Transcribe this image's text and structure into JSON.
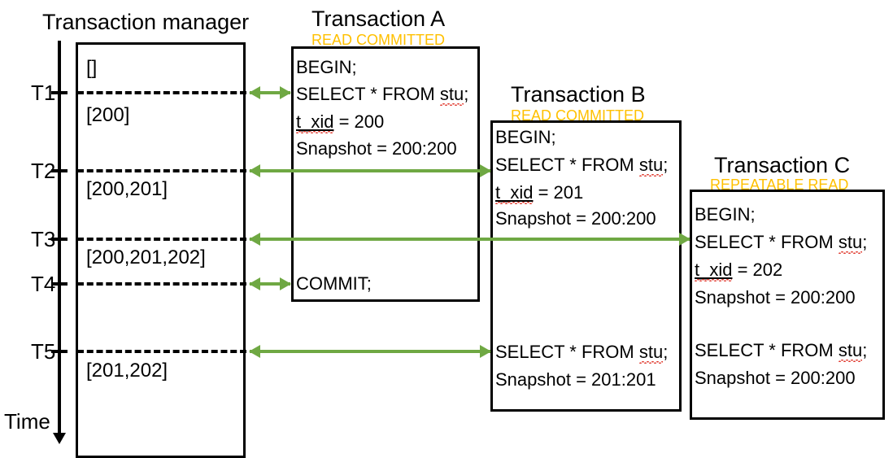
{
  "theme": {
    "arrow_color": "#6fa843",
    "isolation_color": "#ffc000",
    "line_color": "#000000",
    "background": "#ffffff"
  },
  "transaction_manager": {
    "title": "Transaction manager",
    "time_axis_label": "Time",
    "timepoints": [
      "T1",
      "T2",
      "T3",
      "T4",
      "T5"
    ],
    "xid_lists": [
      "[]",
      "[200]",
      "[200,201]",
      "[200,201,202]",
      "[201,202]"
    ]
  },
  "transactions": [
    {
      "title": "Transaction A",
      "isolation": "READ COMMITTED",
      "lines_top": [
        "BEGIN;",
        "SELECT * FROM stu;",
        "t_xid = 200",
        "Snapshot = 200:200"
      ],
      "lines_bottom": [
        "COMMIT;"
      ]
    },
    {
      "title": "Transaction B",
      "isolation": "READ COMMITTED",
      "lines_top": [
        "BEGIN;",
        "SELECT * FROM stu;",
        "t_xid = 201",
        "Snapshot = 200:200"
      ],
      "lines_bottom": [
        "SELECT * FROM stu;",
        "Snapshot = 201:201"
      ]
    },
    {
      "title": "Transaction C",
      "isolation": "REPEATABLE READ",
      "lines_top": [
        "BEGIN;",
        "SELECT * FROM stu;",
        "t_xid = 202",
        "Snapshot = 200:200"
      ],
      "lines_bottom": [
        "SELECT * FROM stu;",
        "Snapshot = 200:200"
      ]
    }
  ],
  "arrows": [
    {
      "at": "T1",
      "from": "transaction-manager",
      "to": "transaction-a",
      "style": "double"
    },
    {
      "at": "T2",
      "from": "transaction-manager",
      "to": "transaction-b",
      "style": "double"
    },
    {
      "at": "T3",
      "from": "transaction-manager",
      "to": "transaction-c",
      "style": "double"
    },
    {
      "at": "T4",
      "from": "transaction-manager",
      "to": "transaction-a",
      "style": "double"
    },
    {
      "at": "T5",
      "from": "transaction-manager",
      "to": "transaction-b",
      "style": "double"
    }
  ]
}
